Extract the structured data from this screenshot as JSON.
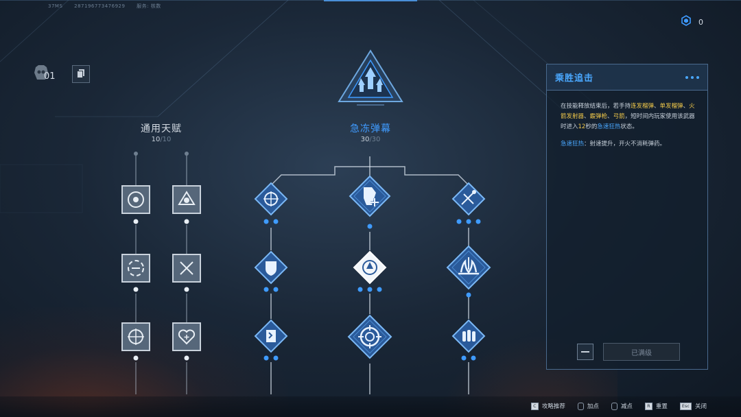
{
  "meta": {
    "fps": "37MS",
    "id": "287196773476929",
    "server": "服务: 核数"
  },
  "currency": {
    "icon": "hex-token-icon",
    "value": "0"
  },
  "player": {
    "count": "01"
  },
  "columns": [
    {
      "title": "通用天赋",
      "current": "10",
      "max": "/10"
    },
    {
      "title": "急冻弹幕",
      "current": "30",
      "max": "/30"
    }
  ],
  "panel": {
    "title": "乘胜追击",
    "desc_1a": "在技能释放结束后，若手持",
    "desc_1b": "连发榴弹",
    "desc_1c": "、",
    "desc_1d": "单发榴弹",
    "desc_1e": "、",
    "desc_1f": "火箭发射器",
    "desc_1g": "、",
    "desc_1h": "霰弹枪",
    "desc_1i": "、",
    "desc_1j": "弓箭",
    "desc_1k": "，短时间内玩家使用该武器时进入",
    "desc_1l": "12",
    "desc_1m": "秒的",
    "desc_1n": "急速狂热",
    "desc_1o": "状态。",
    "desc_2a": "急速狂热",
    "desc_2b": "：射速提升，开火不消耗弹药。",
    "maxed_label": "已满级"
  },
  "hints": [
    {
      "key": "C",
      "label": "攻略推荐"
    },
    {
      "key": "",
      "label": "加点"
    },
    {
      "key": "",
      "label": "减点"
    },
    {
      "key": "R",
      "label": "重置"
    },
    {
      "key": "Esc",
      "label": "关闭"
    }
  ],
  "colors": {
    "accent": "#3f9bff",
    "highlight": "#f0c84a",
    "panel_border": "#4a6a8e"
  }
}
